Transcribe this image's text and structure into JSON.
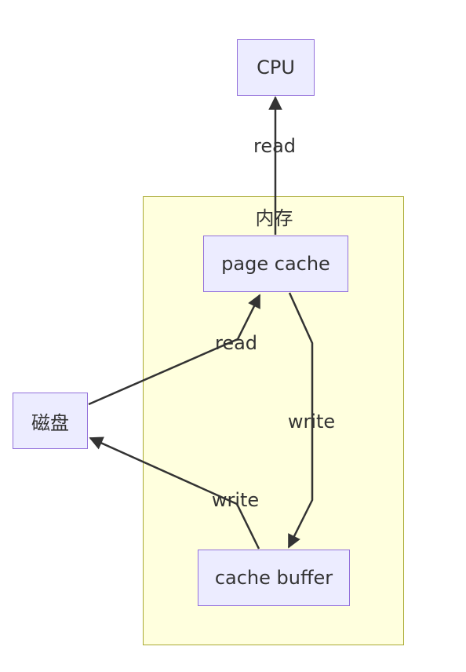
{
  "diagram": {
    "cluster": {
      "label": "内存",
      "fill": "#ffffde",
      "stroke": "#aaaa33"
    },
    "nodes": {
      "cpu": "CPU",
      "page_cache": "page cache",
      "cache_buffer": "cache buffer",
      "disk": "磁盘"
    },
    "node_style": {
      "fill": "#ececff",
      "stroke": "#9370db"
    },
    "edges": [
      {
        "from": "page_cache",
        "to": "cpu",
        "label": "read"
      },
      {
        "from": "disk",
        "to": "page_cache",
        "label": "read"
      },
      {
        "from": "page_cache",
        "to": "cache_buffer",
        "label": "write"
      },
      {
        "from": "cache_buffer",
        "to": "disk",
        "label": "write"
      }
    ],
    "edge_color": "#333333"
  }
}
